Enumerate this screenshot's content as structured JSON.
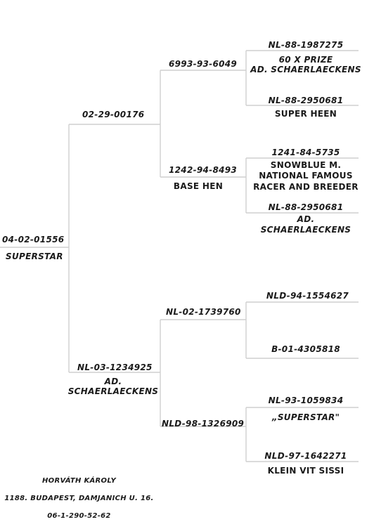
{
  "subject": {
    "ring": "04-02-01556",
    "name": "SUPERSTAR"
  },
  "sire": {
    "ring": "02-29-00176"
  },
  "sire_sire": {
    "ring": "6993-93-6049"
  },
  "sire_sire_sire": {
    "ring": "NL-88-1987275",
    "desc1": "60 X PRIZE",
    "desc2": "AD. SCHAERLAECKENS"
  },
  "sire_sire_dam": {
    "ring": "NL-88-2950681",
    "desc1": "SUPER HEEN"
  },
  "sire_dam": {
    "ring": "1242-94-8493",
    "desc1": "BASE HEN"
  },
  "sire_dam_sire": {
    "ring": "1241-84-5735",
    "desc1": "SNOWBLUE M.",
    "desc2": "NATIONAL FAMOUS",
    "desc3": "RACER AND BREEDER"
  },
  "sire_dam_dam": {
    "ring": "NL-88-2950681",
    "desc1": "AD.",
    "desc2": "SCHAERLAECKENS"
  },
  "dam": {
    "ring": "NL-03-1234925",
    "desc1": "AD.",
    "desc2": "SCHAERLAECKENS"
  },
  "dam_sire": {
    "ring": "NL-02-1739760"
  },
  "dam_sire_sire": {
    "ring": "NLD-94-1554627"
  },
  "dam_sire_dam": {
    "ring": "B-01-4305818"
  },
  "dam_dam": {
    "ring": "NLD-98-1326909"
  },
  "dam_dam_sire": {
    "ring": "NL-93-1059834",
    "desc1": "„SUPERSTAR\""
  },
  "dam_dam_dam": {
    "ring": "NLD-97-1642271",
    "desc1": "KLEIN VIT SISSI"
  },
  "footer": {
    "name": "HORVÁTH KÁROLY",
    "address": "1188. BUDAPEST, DAMJANICH U. 16.",
    "phone": "06-1-290-52-62"
  }
}
